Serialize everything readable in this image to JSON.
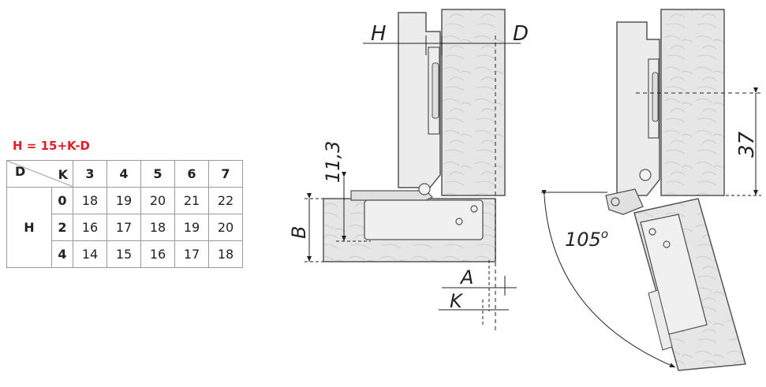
{
  "formula": "H = 15+K-D",
  "table": {
    "corner_d": "D",
    "corner_k": "K",
    "row_header": "H",
    "d_values": [
      "3",
      "4",
      "5",
      "6",
      "7"
    ],
    "rows": [
      {
        "k": "0",
        "h": [
          "18",
          "19",
          "20",
          "21",
          "22"
        ]
      },
      {
        "k": "2",
        "h": [
          "16",
          "17",
          "18",
          "19",
          "20"
        ]
      },
      {
        "k": "4",
        "h": [
          "14",
          "15",
          "16",
          "17",
          "18"
        ]
      }
    ]
  },
  "drawing_labels": {
    "h": "H",
    "d": "D",
    "dim_11_3": "11,3",
    "b": "B",
    "a": "A",
    "k": "K",
    "angle": "105",
    "angle_unit": "o",
    "dim_37": "37"
  },
  "colors": {
    "formula": "#e21b25",
    "lines": "#555555",
    "wood_fill": "#e6e6e6"
  }
}
